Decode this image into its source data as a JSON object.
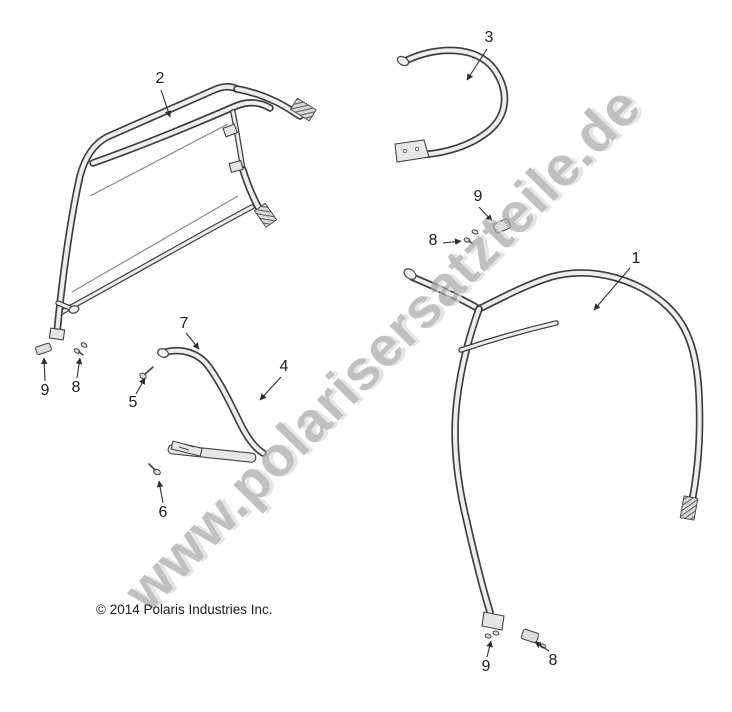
{
  "page": {
    "background": "#ffffff"
  },
  "watermark": {
    "text": "www.polarisersatzteile.de",
    "color": "#a8a8a8",
    "shadow_color": "#dcdcdc"
  },
  "copyright": "© 2014 Polaris Industries Inc.",
  "callouts": [
    {
      "label": "2"
    },
    {
      "label": "3"
    },
    {
      "label": "9"
    },
    {
      "label": "8"
    },
    {
      "label": "1"
    },
    {
      "label": "7"
    },
    {
      "label": "4"
    },
    {
      "label": "5"
    },
    {
      "label": "9"
    },
    {
      "label": "8"
    },
    {
      "label": "6"
    },
    {
      "label": "9"
    },
    {
      "label": "8"
    }
  ]
}
